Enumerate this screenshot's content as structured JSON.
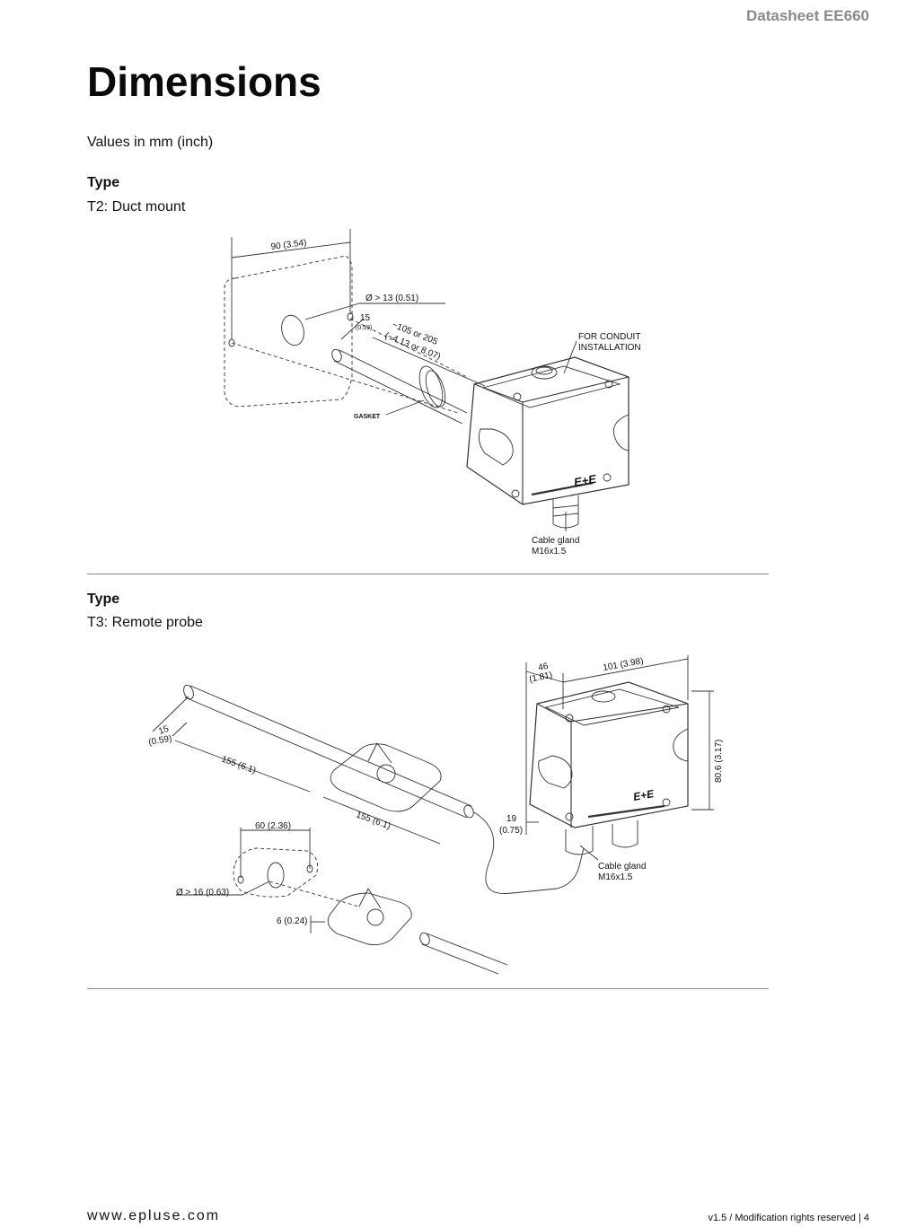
{
  "header": {
    "doc_title": "Datasheet EE660"
  },
  "page_title": "Dimensions",
  "units_note": "Values in mm (inch)",
  "t2": {
    "type_label": "Type",
    "type_name": "T2: Duct mount",
    "labels": {
      "width": "90 (3.54)",
      "hole_dia": "Ø > 13 (0.51)",
      "offset_mm": "15",
      "offset_in": "(0.59)",
      "length_1": "~105 or 205",
      "length_2": "(~4.13 or 8.07)",
      "gasket": "GASKET",
      "conduit_1": "FOR CONDUIT",
      "conduit_2": "INSTALLATION",
      "logo": "E+E",
      "gland_1": "Cable gland",
      "gland_2": "M16x1.5"
    }
  },
  "t3": {
    "type_label": "Type",
    "type_name": "T3: Remote probe",
    "labels": {
      "depth_mm": "46",
      "depth_in": "(1.81)",
      "width": "101 (3.98)",
      "height": "80.6 (3.17)",
      "tip_mm": "15",
      "tip_in": "(0.59)",
      "probe_a": "155 (6.1)",
      "probe_b": "155 (6.1)",
      "flange_mm": "19",
      "flange_in": "(0.75)",
      "hole_spacing": "60 (2.36)",
      "hole_dia": "Ø > 16 (0.63)",
      "flange_thk": "6 (0.24)",
      "logo": "E+E",
      "gland_1": "Cable gland",
      "gland_2": "M16x1.5"
    }
  },
  "footer": {
    "website": "www.epluse.com",
    "version": "v1.5 / Modification rights reserved  |  4"
  }
}
